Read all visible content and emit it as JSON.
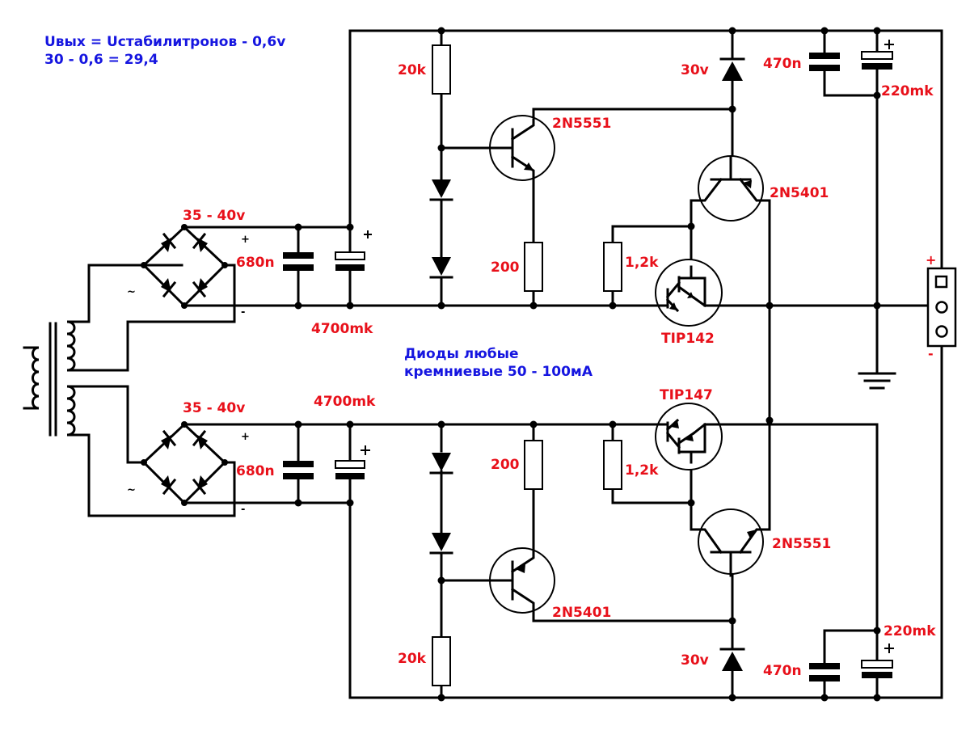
{
  "notes": {
    "formula_line1": "Uвых = Uстабилитронов - 0,6v",
    "formula_line2": "30 - 0,6 = 29,4",
    "diodes_line1": "Диоды любые",
    "diodes_line2": "кремниевые 50 - 100мА"
  },
  "upper": {
    "input_voltage": "35 - 40v",
    "bridge_plus": "+",
    "bridge_minus": "-",
    "ac_symbol": "~",
    "film_cap": "680n",
    "filter_cap": "4700mk",
    "bias_resistor": "20k",
    "driver_transistor": "2N5551",
    "emitter_resistor": "200",
    "base_resistor": "1,2k",
    "zener": "30v",
    "control_transistor": "2N5401",
    "power_transistor": "TIP142",
    "out_film_cap": "470n",
    "out_electrolytic_cap": "220mk"
  },
  "lower": {
    "input_voltage": "35 - 40v",
    "bridge_plus": "+",
    "bridge_minus": "-",
    "ac_symbol": "~",
    "film_cap": "680n",
    "filter_cap": "4700mk",
    "bias_resistor": "20k",
    "driver_transistor": "2N5401",
    "emitter_resistor": "200",
    "base_resistor": "1,2k",
    "zener": "30v",
    "control_transistor": "2N5551",
    "power_transistor": "TIP147",
    "out_film_cap": "470n",
    "out_electrolytic_cap": "220mk"
  },
  "output": {
    "plus": "+",
    "minus": "-"
  },
  "colors": {
    "wire": "#000000",
    "component_label": "#e8101a",
    "note": "#1515e0"
  }
}
